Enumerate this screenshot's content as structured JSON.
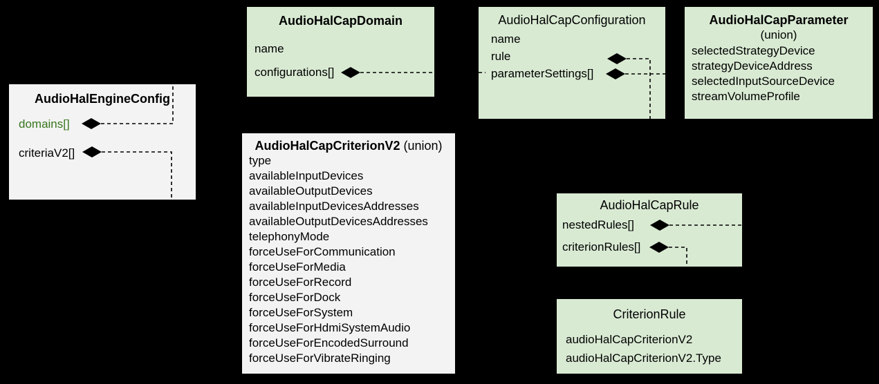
{
  "palette": {
    "background": "#000000",
    "box_green": "#d9ead3",
    "box_gray": "#f3f3f3",
    "text": "#000000",
    "accent_green": "#38761d"
  },
  "boxes": {
    "engine": {
      "title": "AudioHalEngineConfig",
      "fields": [
        {
          "label": "domains[]",
          "color": "#38761d"
        },
        {
          "label": "criteriaV2[]"
        }
      ]
    },
    "domain": {
      "title": "AudioHalCapDomain",
      "fields": [
        {
          "label": "name"
        },
        {
          "label": "configurations[]"
        }
      ]
    },
    "configuration": {
      "title": "AudioHalCapConfiguration",
      "fields": [
        {
          "label": "name"
        },
        {
          "label": "rule"
        },
        {
          "label": "parameterSettings[]"
        }
      ]
    },
    "parameter": {
      "title": "AudioHalCapParameter",
      "subtitle": "(union)",
      "fields": [
        {
          "label": "selectedStrategyDevice"
        },
        {
          "label": "strategyDeviceAddress"
        },
        {
          "label": "selectedInputSourceDevice"
        },
        {
          "label": "streamVolumeProfile"
        }
      ]
    },
    "criterion": {
      "title": "AudioHalCapCriterionV2",
      "title_suffix": " (union)",
      "fields": [
        {
          "label": "type"
        },
        {
          "label": "availableInputDevices"
        },
        {
          "label": "availableOutputDevices"
        },
        {
          "label": "availableInputDevicesAddresses"
        },
        {
          "label": "availableOutputDevicesAddresses"
        },
        {
          "label": "telephonyMode"
        },
        {
          "label": "forceUseForCommunication"
        },
        {
          "label": "forceUseForMedia"
        },
        {
          "label": "forceUseForRecord"
        },
        {
          "label": "forceUseForDock"
        },
        {
          "label": "forceUseForSystem"
        },
        {
          "label": "forceUseForHdmiSystemAudio"
        },
        {
          "label": "forceUseForEncodedSurround"
        },
        {
          "label": "forceUseForVibrateRinging"
        }
      ]
    },
    "rule": {
      "title": "AudioHalCapRule",
      "fields": [
        {
          "label": "nestedRules[]"
        },
        {
          "label": "criterionRules[]"
        }
      ]
    },
    "criterion_rule": {
      "title": "CriterionRule",
      "fields": [
        {
          "label": "audioHalCapCriterionV2"
        },
        {
          "label": "audioHalCapCriterionV2.Type"
        }
      ]
    }
  }
}
